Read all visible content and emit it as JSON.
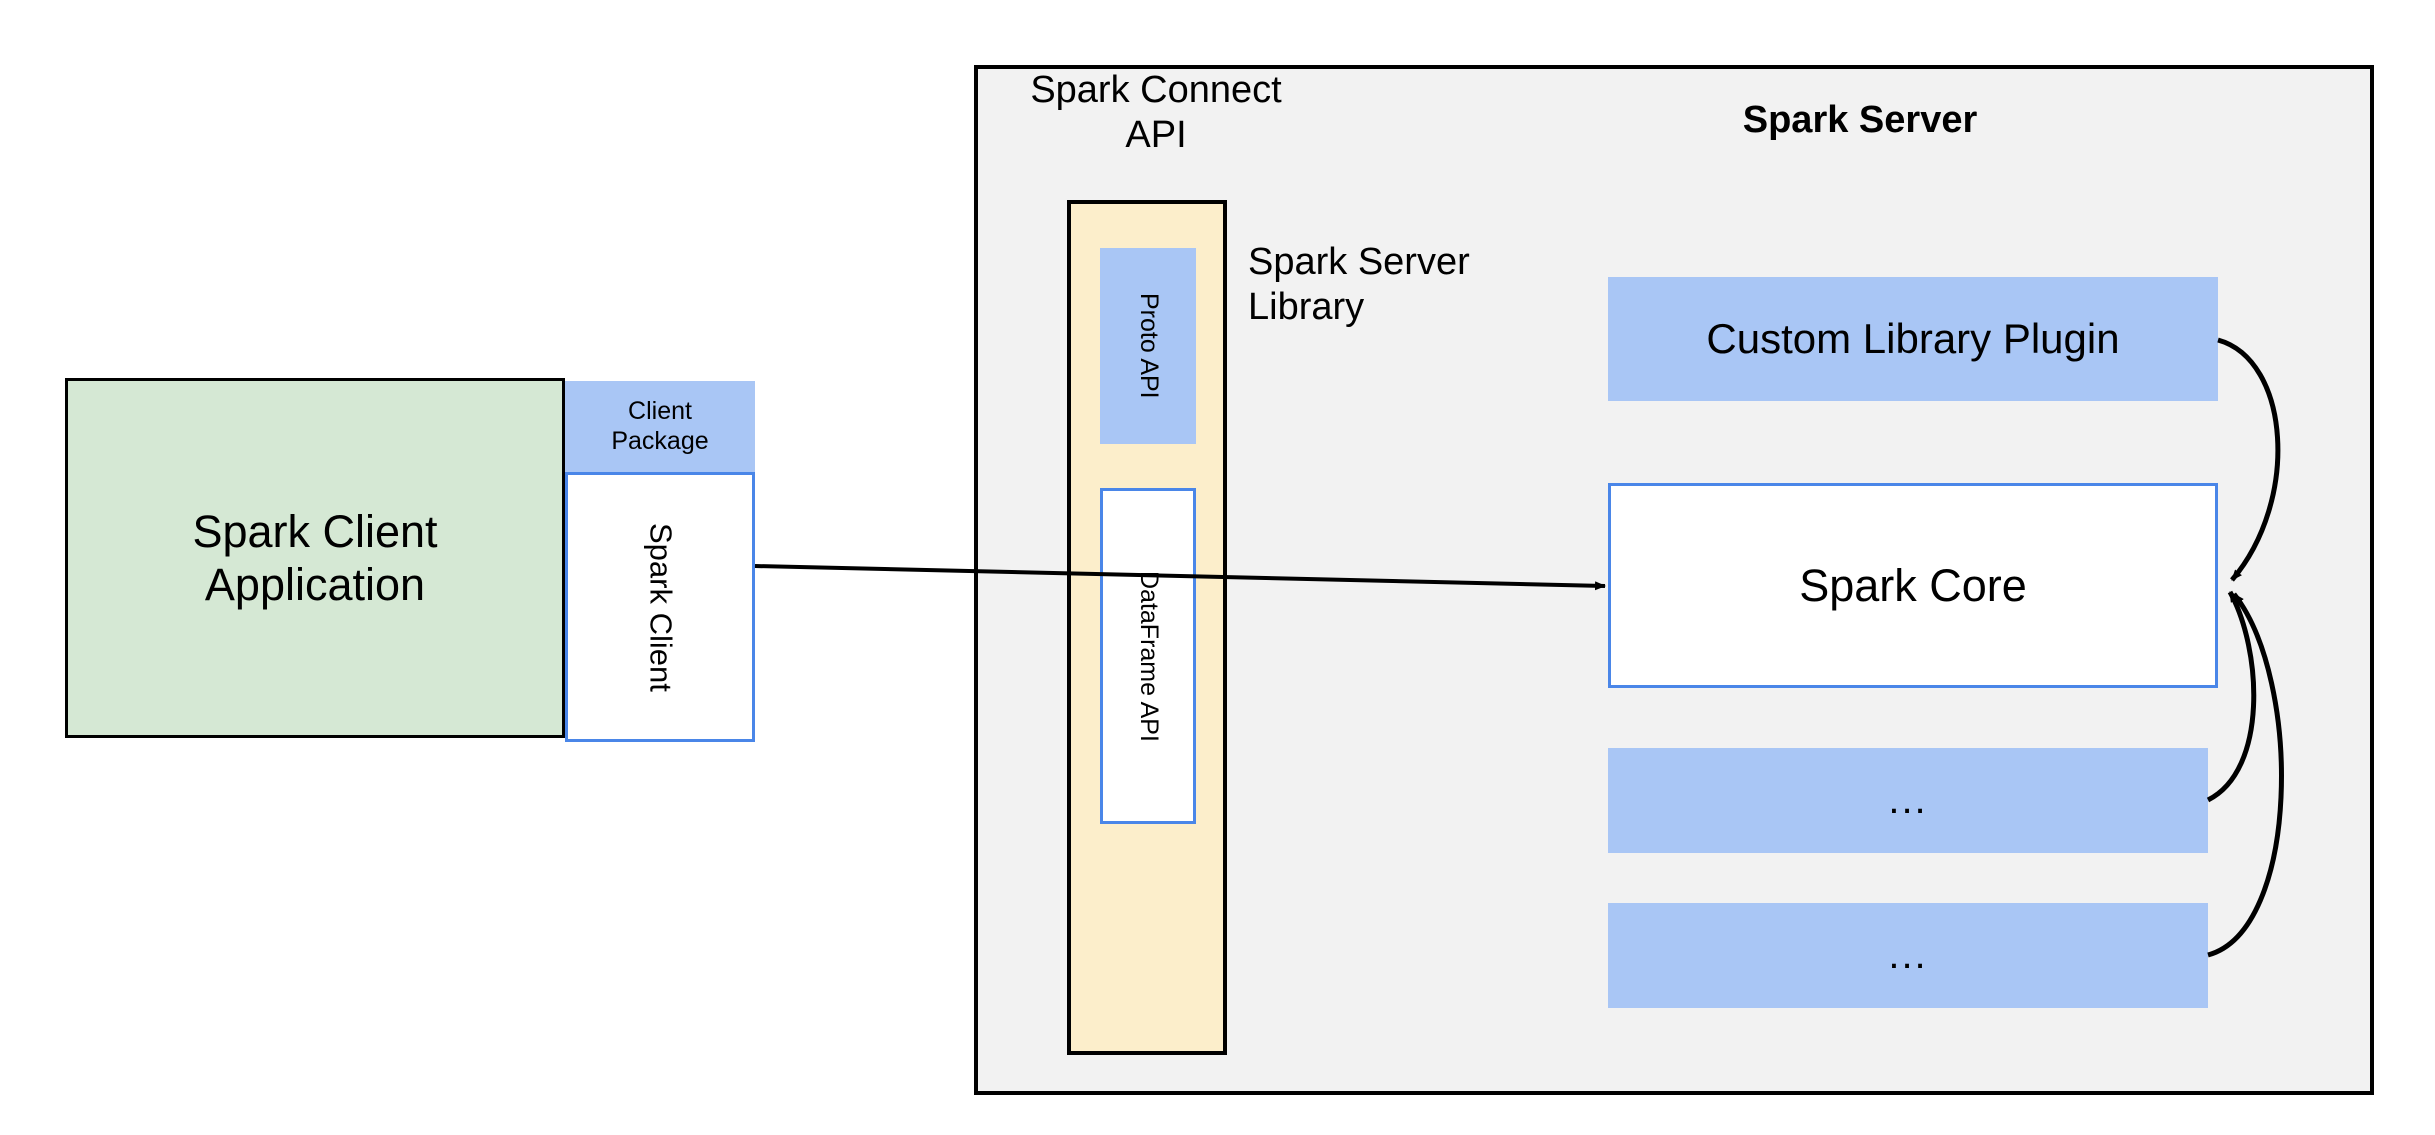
{
  "diagram": {
    "title": "Spark Connect architecture",
    "colors": {
      "client_app_fill": "#D5E8D4",
      "package_blue_fill": "#A9C6F5",
      "connect_api_fill": "#FCEECB",
      "panel_fill": "#F2F2F2",
      "box_border_blue": "#4A86E8",
      "outline_black": "#000000",
      "white_fill": "#FFFFFF"
    }
  },
  "client": {
    "application_label": "Spark Client\nApplication",
    "package_label": "Client\nPackage",
    "spark_client_label": "Spark Client"
  },
  "server_panel": {
    "connect_api_label": "Spark Connect\nAPI",
    "server_title": "Spark Server",
    "server_library_label": "Spark Server\nLibrary",
    "proto_api_label": "Proto API",
    "dataframe_api_label": "DataFrame API"
  },
  "server_components": [
    {
      "label": "Custom Library Plugin",
      "kind": "plugin"
    },
    {
      "label": "Spark Core",
      "kind": "core"
    },
    {
      "label": "...",
      "kind": "plugin"
    },
    {
      "label": "...",
      "kind": "plugin"
    }
  ],
  "connectors": [
    {
      "from": "spark-client",
      "to": "spark-core",
      "style": "straight-arrow"
    },
    {
      "from": "custom-library-plugin",
      "to": "spark-core",
      "style": "curved-arrow"
    },
    {
      "from": "dots-1",
      "to": "spark-core",
      "style": "curved-arrow"
    },
    {
      "from": "dots-2",
      "to": "spark-core",
      "style": "curved-arrow"
    }
  ]
}
